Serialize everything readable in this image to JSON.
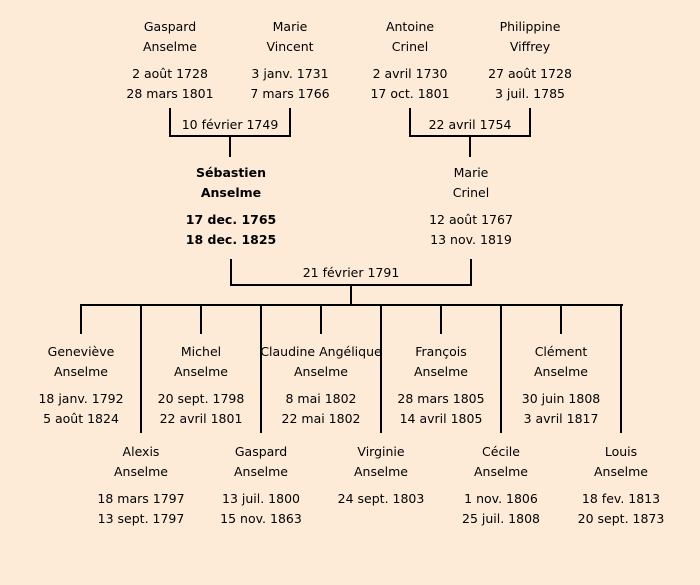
{
  "grandparents": [
    {
      "first": "Gaspard",
      "last": "Anselme",
      "birth": "2 août 1728",
      "death": "28 mars 1801"
    },
    {
      "first": "Marie",
      "last": "Vincent",
      "birth": "3 janv. 1731",
      "death": "7 mars 1766"
    },
    {
      "first": "Antoine",
      "last": "Crinel",
      "birth": "2 avril 1730",
      "death": "17 oct. 1801"
    },
    {
      "first": "Philippine",
      "last": "Viffrey",
      "birth": "27 août 1728",
      "death": "3 juil. 1785"
    }
  ],
  "marriages": {
    "paternal": "10 février 1749",
    "maternal": "22 avril 1754",
    "parents": "21 février 1791"
  },
  "parents": [
    {
      "first": "Sébastien",
      "last": "Anselme",
      "birth": "17 dec. 1765",
      "death": "18 dec. 1825",
      "highlight": true
    },
    {
      "first": "Marie",
      "last": "Crinel",
      "birth": "12 août 1767",
      "death": "13 nov. 1819"
    }
  ],
  "children": [
    {
      "first": "Geneviève",
      "last": "Anselme",
      "birth": "18 janv. 1792",
      "death": "5 août 1824"
    },
    {
      "first": "Alexis",
      "last": "Anselme",
      "birth": "18 mars 1797",
      "death": "13 sept. 1797"
    },
    {
      "first": "Michel",
      "last": "Anselme",
      "birth": "20 sept. 1798",
      "death": "22 avril 1801"
    },
    {
      "first": "Gaspard",
      "last": "Anselme",
      "birth": "13 juil. 1800",
      "death": "15 nov. 1863"
    },
    {
      "first": "Claudine Angélique",
      "last": "Anselme",
      "birth": "8 mai 1802",
      "death": "22 mai 1802"
    },
    {
      "first": "Virginie",
      "last": "Anselme",
      "birth": "24 sept. 1803",
      "death": null
    },
    {
      "first": "François",
      "last": "Anselme",
      "birth": "28 mars 1805",
      "death": "14 avril 1805"
    },
    {
      "first": "Cécile",
      "last": "Anselme",
      "birth": "1 nov. 1806",
      "death": "25 juil. 1808"
    },
    {
      "first": "Clément",
      "last": "Anselme",
      "birth": "30 juin 1808",
      "death": "3 avril 1817"
    },
    {
      "first": "Louis",
      "last": "Anselme",
      "birth": "18 fev. 1813",
      "death": "20 sept. 1873"
    }
  ]
}
